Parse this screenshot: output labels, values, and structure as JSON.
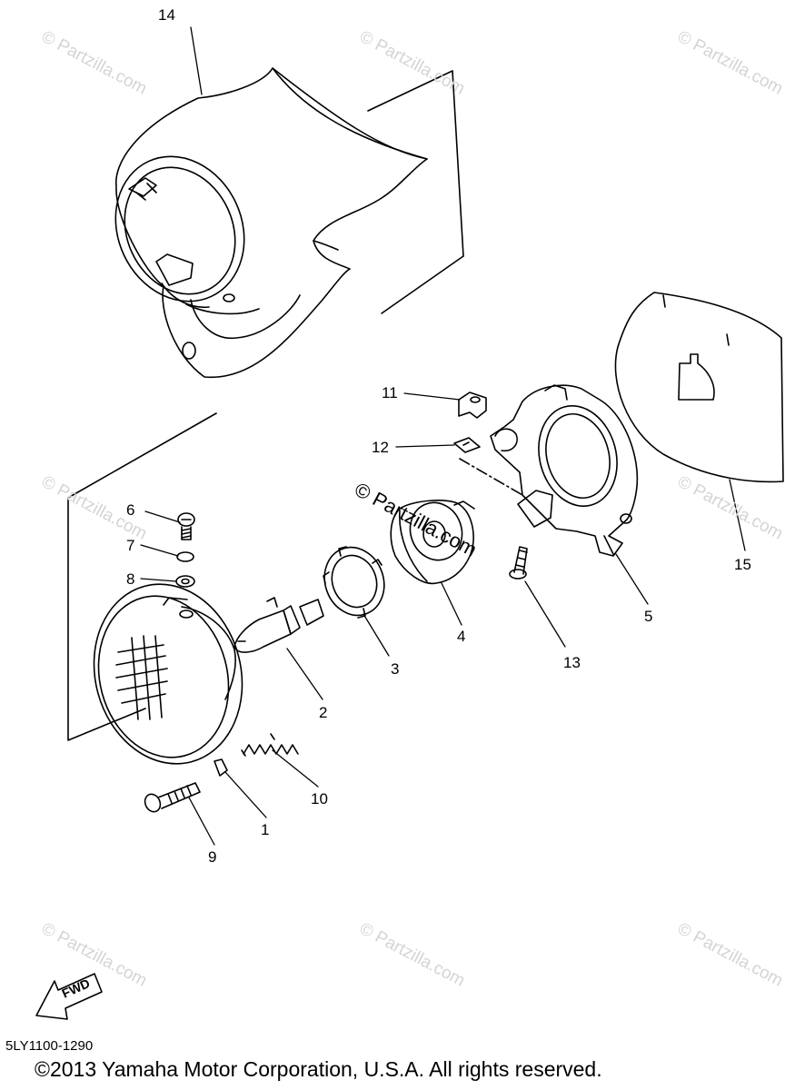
{
  "callouts": {
    "c1": "1",
    "c2": "2",
    "c3": "3",
    "c4": "4",
    "c5": "5",
    "c6": "6",
    "c7": "7",
    "c8": "8",
    "c9": "9",
    "c10": "10",
    "c11": "11",
    "c12": "12",
    "c13": "13",
    "c14": "14",
    "c15": "15"
  },
  "watermark": "© Partzilla.com",
  "fwd_label": "FWD",
  "diagram_code": "5LY1100-1290",
  "copyright": "©2013 Yamaha Motor Corporation, U.S.A. All rights reserved.",
  "colors": {
    "line": "#000000",
    "watermark": "#d4d4d4",
    "background": "#ffffff"
  }
}
